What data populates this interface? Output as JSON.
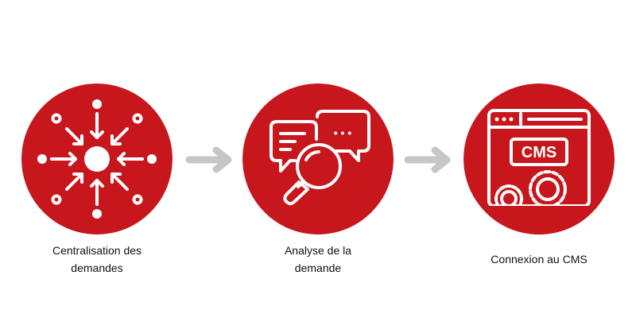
{
  "colors": {
    "circle": "#C8161D",
    "arrow": "#C6C6C6",
    "icon": "#FFFFFF",
    "text": "#111111"
  },
  "steps": [
    {
      "label_line1": "Centralisation des",
      "label_line2": "demandes",
      "icon": "centralize-arrows-icon"
    },
    {
      "label_line1": "Analyse de la",
      "label_line2": "demande",
      "icon": "chat-magnifier-icon"
    },
    {
      "label_line1": "Connexion au CMS",
      "label_line2": "",
      "icon": "cms-browser-gears-icon"
    }
  ],
  "cms_badge_text": "CMS",
  "chat_ellipsis": "• • •"
}
